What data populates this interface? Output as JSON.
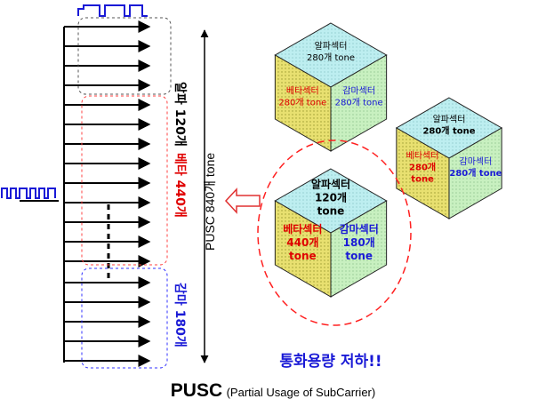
{
  "diagram": {
    "caption_main": "PUSC",
    "caption_sub": "(Partial Usage of SubCarrier)",
    "total_label": "PUSC 840개 tone",
    "groups": {
      "alpha": {
        "label": "알파 120개",
        "color": "#000000"
      },
      "beta": {
        "label": "베타 440개",
        "color": "#e00000"
      },
      "gamma": {
        "label": "감마 180개",
        "color": "#1a1ad6"
      }
    },
    "notice": "통화용량 저하!!",
    "cells": {
      "top": {
        "alpha": [
          "알파섹터",
          "280개 tone"
        ],
        "gamma": [
          "감마섹터",
          "280개 tone"
        ],
        "beta": [
          "베타섹터",
          "280개 tone"
        ]
      },
      "right": {
        "alpha": [
          "알파섹터",
          "280개 tone"
        ],
        "gamma": [
          "감마섹터",
          "280개 tone"
        ],
        "beta": [
          "베타섹터",
          "280개",
          "tone"
        ]
      },
      "main": {
        "alpha": [
          "알파섹터",
          "120개",
          "tone"
        ],
        "gamma": [
          "감마섹터",
          "180개",
          "tone"
        ],
        "beta": [
          "베타섹터",
          "440개",
          "tone"
        ]
      }
    },
    "colors": {
      "alpha_face": "#bdeef0",
      "gamma_face": "#c8f0c0",
      "beta_face": "#e8e070",
      "highlight": "#ff2020",
      "arrow_blue": "#1a1ad6"
    }
  }
}
